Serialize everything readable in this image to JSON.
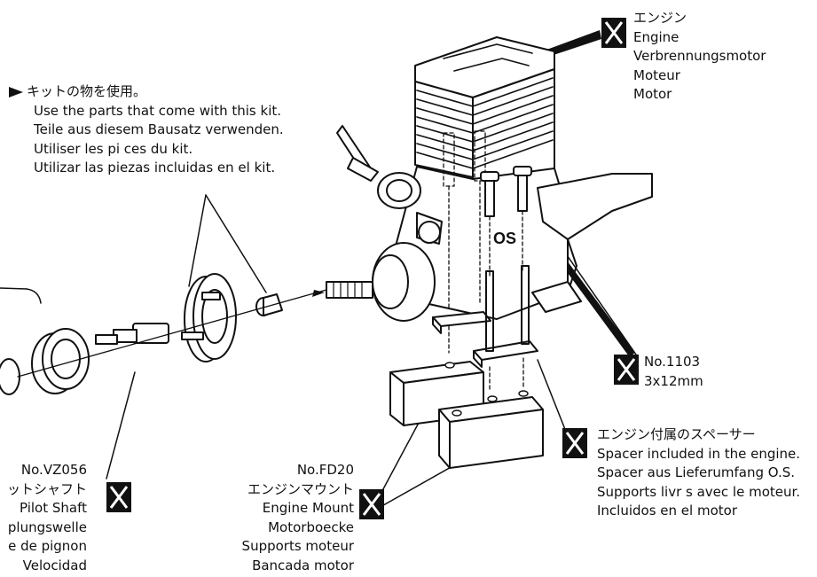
{
  "callouts": {
    "engine": {
      "lines": [
        "エンジン",
        "Engine",
        "Verbrennungsmotor",
        "Moteur",
        "Motor"
      ]
    },
    "kit_parts": {
      "lines": [
        "キットの物を使用。",
        "Use the parts that come with this kit.",
        "Teile aus diesem Bausatz verwenden.",
        "Utiliser les pi ces du kit.",
        "Utilizar las piezas incluidas en el kit."
      ]
    },
    "screw": {
      "lines": [
        "No.1103",
        "3x12mm"
      ]
    },
    "spacer": {
      "lines": [
        "エンジン付属のスペーサー",
        "Spacer included in the engine.",
        "Spacer aus Lieferumfang O.S.",
        "Supports livr s avec le moteur.",
        "Incluidos en el motor"
      ]
    },
    "engine_mount": {
      "lines": [
        "No.FD20",
        "エンジンマウント",
        "Engine Mount",
        "Motorboecke",
        "Supports moteur",
        "Bancada motor"
      ]
    },
    "pilot_shaft": {
      "lines": [
        "No.VZ056",
        "ットシャフト",
        "Pilot Shaft",
        "plungswelle",
        "e de pignon",
        "Velocidad"
      ]
    }
  },
  "marker_glyph": "X",
  "colors": {
    "ink": "#111111",
    "paper": "#ffffff",
    "fill": "#ffffff"
  }
}
